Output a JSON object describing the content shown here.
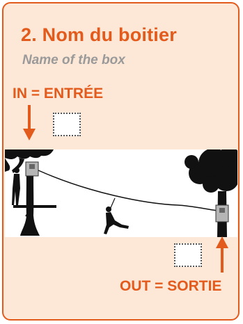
{
  "card": {
    "title": "2. Nom du boitier",
    "subtitle": "Name of the box"
  },
  "labels": {
    "in": "IN = ENTRÉE",
    "out": "OUT = SORTIE"
  },
  "icons": {
    "arrow_in": "arrow-down-icon",
    "arrow_out": "arrow-up-icon",
    "illustration": "zipline-illustration"
  },
  "colors": {
    "accent": "#e35b1c",
    "card_background": "#fde7d6",
    "subtitle": "#9a9a9a"
  }
}
